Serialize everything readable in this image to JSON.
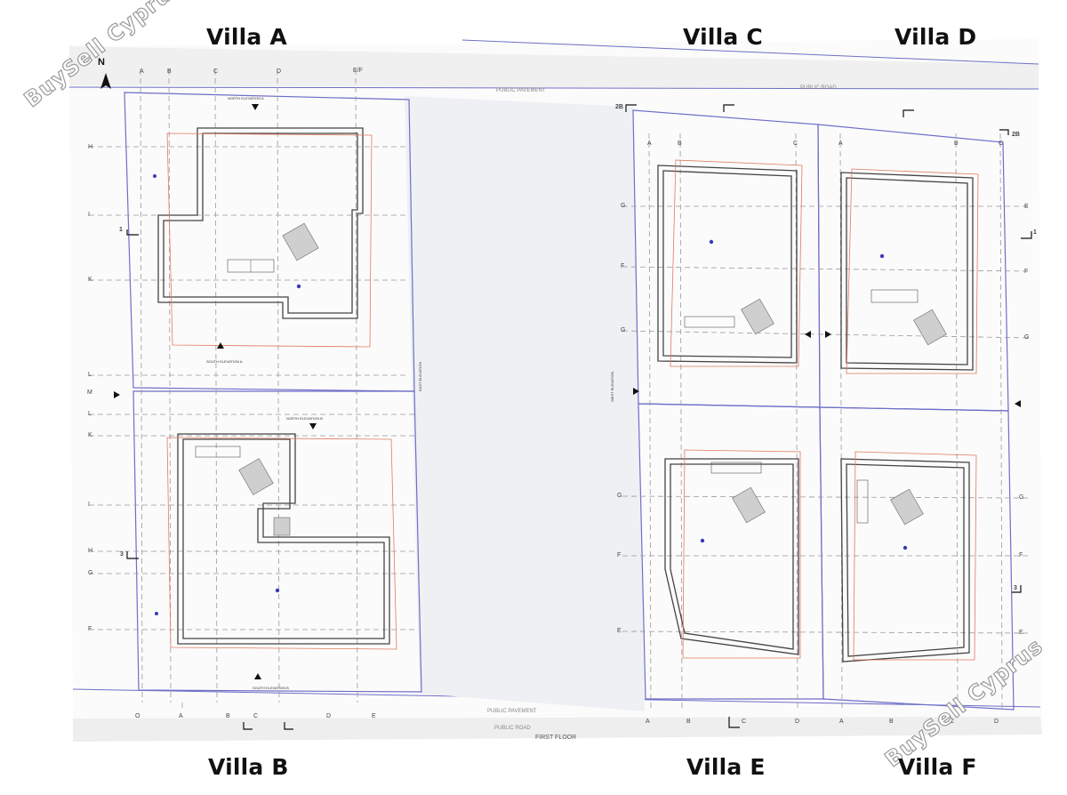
{
  "villas": {
    "a": "Villa A",
    "b": "Villa B",
    "c": "Villa C",
    "d": "Villa D",
    "e": "Villa E",
    "f": "Villa F"
  },
  "watermark": "BuySell Cyprus",
  "north": "N",
  "annotations": {
    "public_pavement": "PUBLIC PAVEMENT",
    "public_road": "PUBLIC ROAD",
    "floor_label": "FIRST FLOOR",
    "north_elevation_a": "NORTH ELEVATION A",
    "south_elevation_a": "SOUTH ELEVATION A",
    "north_elevation_b": "NORTH ELEVATION B",
    "south_elevation_b": "SOUTH ELEVATION B",
    "east_elevation": "EAST ELEVATION",
    "west_elevation": "WEST ELEVATION"
  },
  "grid_labels": {
    "top_left": [
      "A",
      "B",
      "C",
      "D",
      "E/F"
    ],
    "bottom_left": [
      "O",
      "A",
      "B",
      "C",
      "D",
      "E"
    ],
    "left_rows": [
      "H",
      "I",
      "K",
      "L",
      "M",
      "L",
      "K",
      "I",
      "H",
      "G",
      "F"
    ],
    "top_right_1": [
      "A",
      "B",
      "C"
    ],
    "top_right_2": [
      "A",
      "B",
      "C"
    ],
    "bottom_right_1": [
      "A",
      "B",
      "C",
      "D"
    ],
    "bottom_right_2": [
      "A",
      "B",
      "C",
      "D"
    ],
    "right_rows_mid": [
      "G",
      "F",
      "G",
      "G",
      "F",
      "E"
    ],
    "right_rows_far": [
      "E",
      "F",
      "G",
      "G",
      "F",
      "E"
    ]
  },
  "section_marks": [
    "1",
    "1",
    "3",
    "3",
    "2B",
    "2B"
  ]
}
